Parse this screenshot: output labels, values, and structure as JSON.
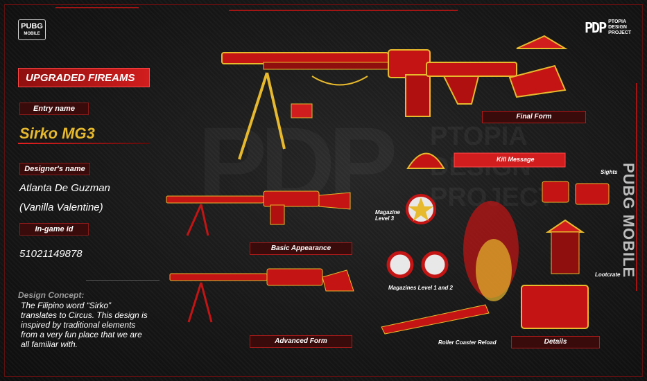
{
  "brand": {
    "logo_top": "PUBG",
    "logo_bottom": "MOBILE",
    "pdp_mark": "PDP",
    "pdp_text": "PTOPIA\nDESIGN\nPROJECT",
    "side_text": "PUBG MOBILE"
  },
  "panel": {
    "heading": "UPGRADED FIREAMS",
    "entry_label": "Entry name",
    "entry_value": "Sirko MG3",
    "designer_label": "Designer's name",
    "designer_line1": "Atlanta De Guzman",
    "designer_line2": "(Vanilla Valentine)",
    "id_label": "In-game id",
    "id_value": "51021149878",
    "concept_heading": "Design Concept:",
    "concept_text": "The Filipino word “Sirko” translates to Circus. This design is inspired by traditional elements from a very fun place that we are all familiar with."
  },
  "labels": {
    "final_form": "Final Form",
    "kill_message": "Kill Message",
    "sights": "Sights",
    "magazine_level3": "Magazine\nLevel 3",
    "basic": "Basic Appearance",
    "magazines_1_2": "Magazines Level 1 and 2",
    "lootcrate": "Lootcrate",
    "advanced": "Advanced Form",
    "roller": "Roller Coaster Reload",
    "details": "Details"
  },
  "watermark": {
    "big": "PDP",
    "text": "PTOPIA\nDESIGN\nPROJECT"
  },
  "colors": {
    "accent_red": "#d11d1d",
    "gold": "#e7b92d",
    "dark_red": "#3a0b0b"
  }
}
